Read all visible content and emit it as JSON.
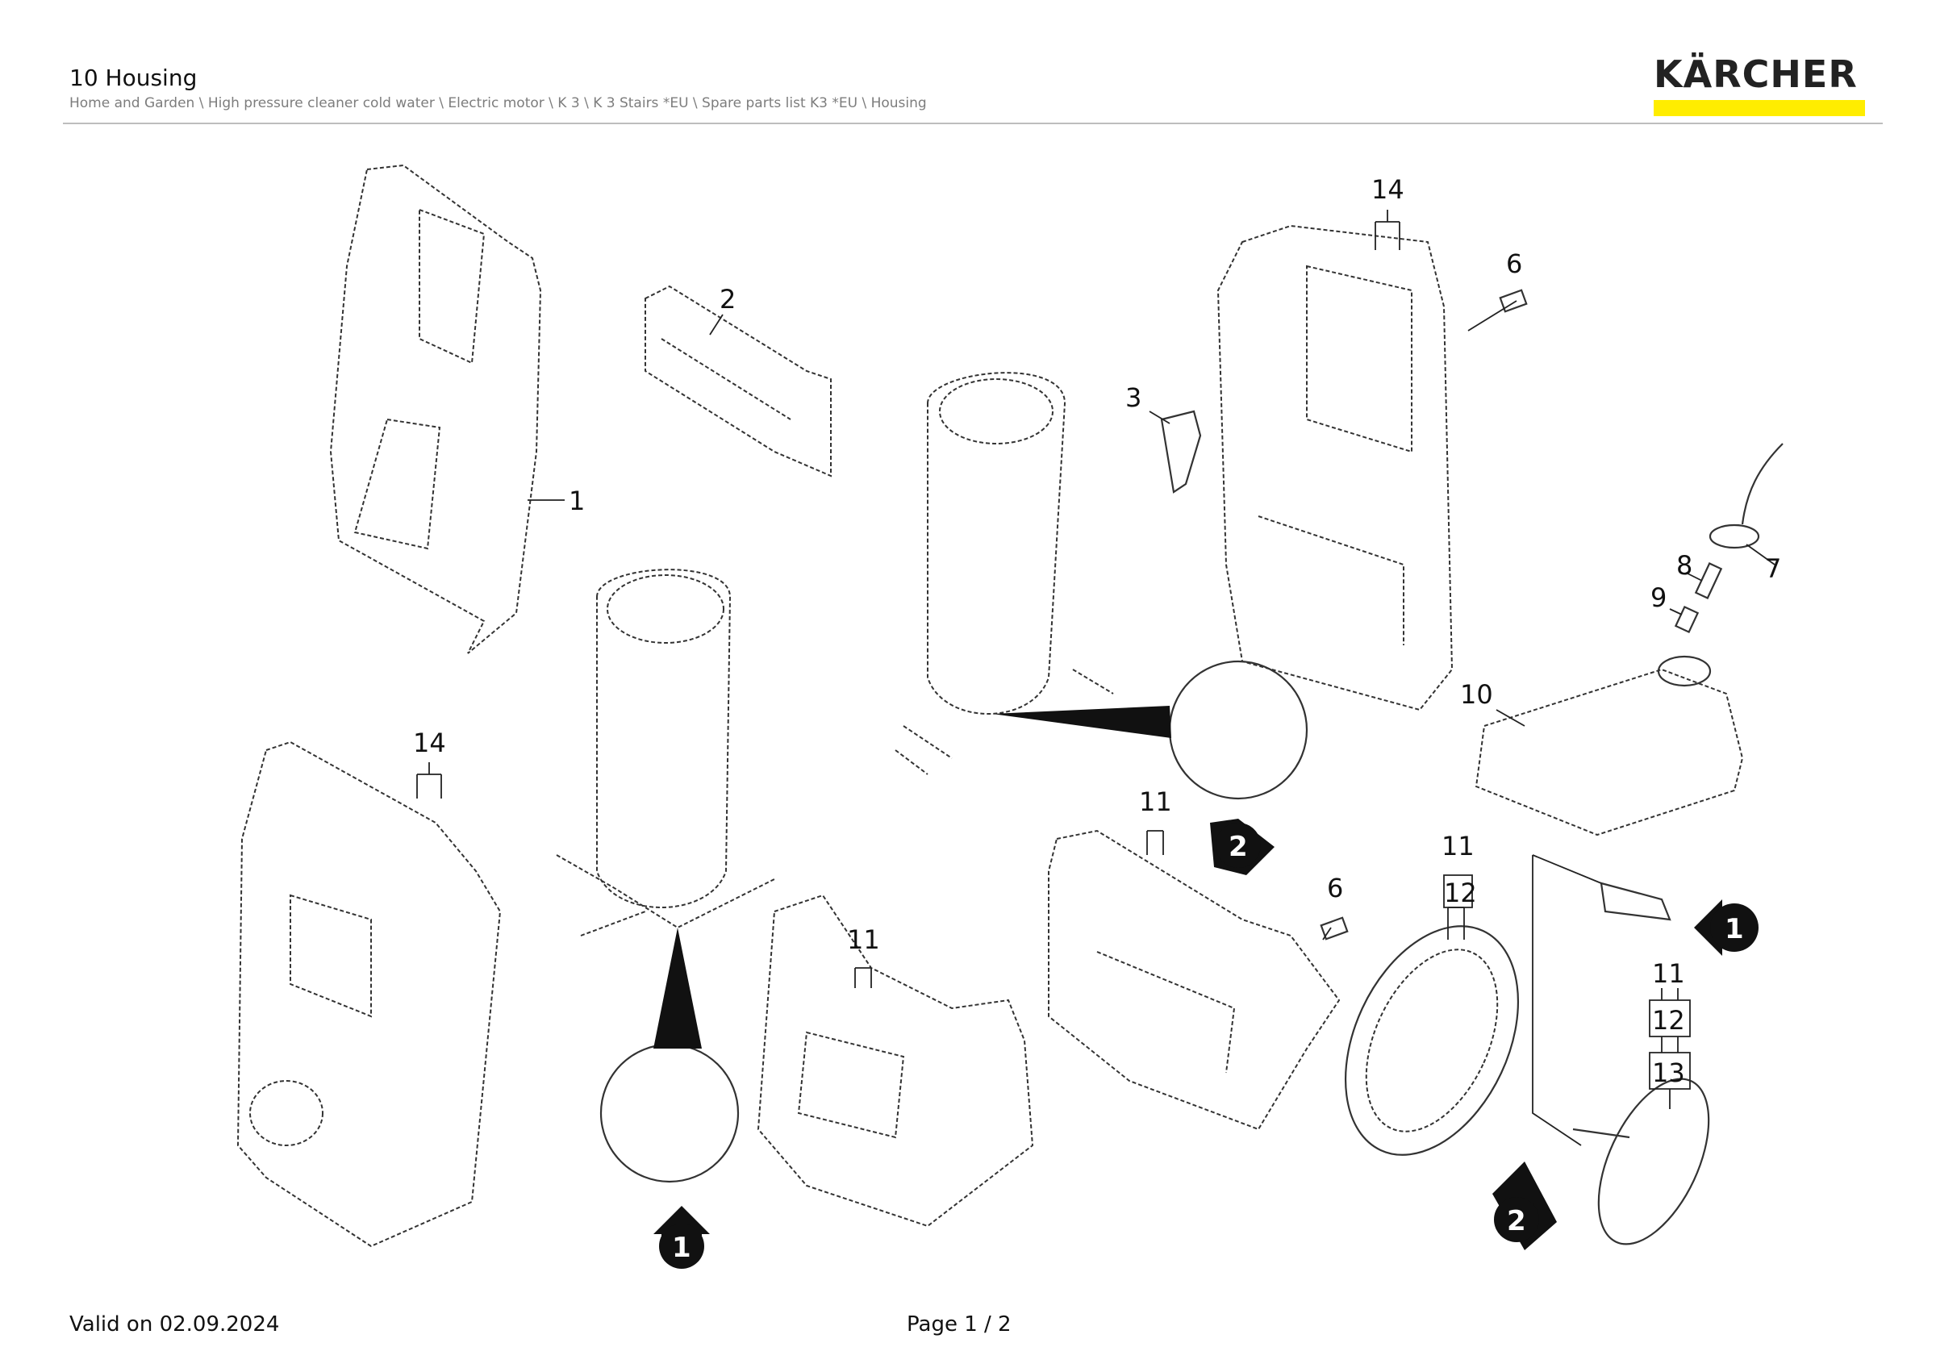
{
  "header": {
    "title": "10 Housing",
    "breadcrumb": "Home and Garden \\ High pressure cleaner cold water \\ Electric motor \\ K 3 \\ K 3 Stairs *EU \\ Spare parts list K3 *EU \\ Housing"
  },
  "logo": {
    "text": "KÄRCHER",
    "bar_color": "#ffed00"
  },
  "callouts": {
    "c1": "1",
    "c2": "2",
    "c3": "3",
    "c6a": "6",
    "c6b": "6",
    "c7": "7",
    "c8": "8",
    "c9": "9",
    "c10": "10",
    "c11a": "11",
    "c11b": "11",
    "c11c": "11",
    "c11d": "11",
    "c12a": "12",
    "c12b": "12",
    "c13": "13",
    "c14a": "14",
    "c14b": "14"
  },
  "badges": {
    "b1a": "1",
    "b1b": "1",
    "b2a": "2",
    "b2b": "2"
  },
  "footer": {
    "valid": "Valid on 02.09.2024",
    "page": "Page 1 / 2"
  }
}
